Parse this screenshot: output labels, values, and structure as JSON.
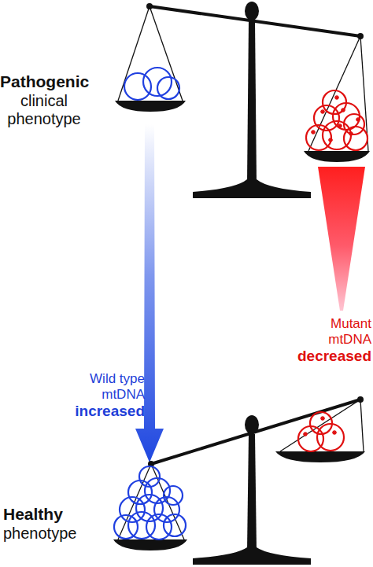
{
  "diagram": {
    "labels": [
      "Pathogenic",
      "clinical phenotype",
      "Wild type mtDNA",
      "increased",
      "Mutant mtDNA",
      "decreased",
      "Healthy",
      "phenotype"
    ]
  }
}
